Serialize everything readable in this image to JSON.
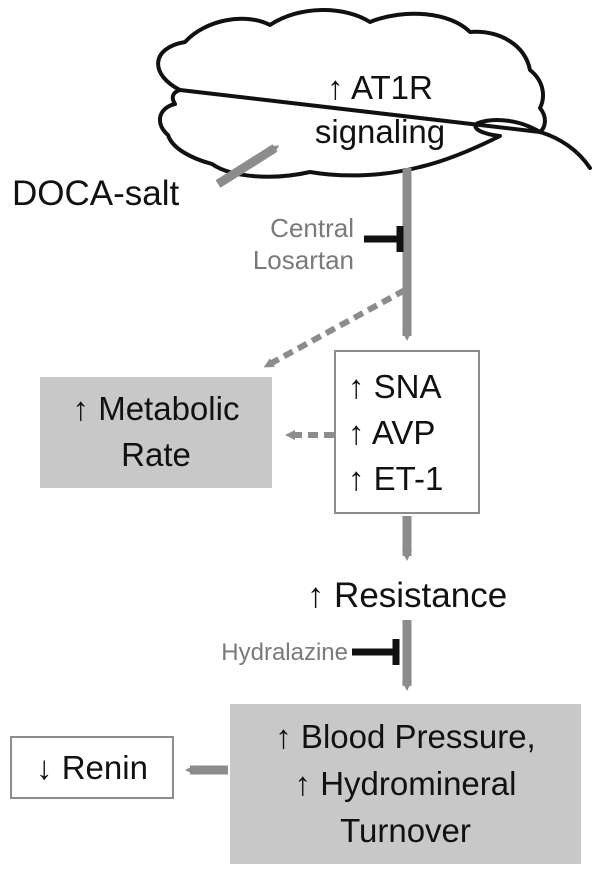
{
  "brain": {
    "line1": "↑ AT1R",
    "line2": "signaling"
  },
  "stimulus": "DOCA-salt",
  "inhibitor_central": {
    "line1": "Central",
    "line2": "Losartan"
  },
  "effector_box": {
    "line1": "↑ SNA",
    "line2": "↑ AVP",
    "line3": "↑ ET-1"
  },
  "metabolic_box": {
    "line1": "↑ Metabolic",
    "line2": "Rate"
  },
  "resistance": "↑ Resistance",
  "inhibitor_peripheral": "Hydralazine",
  "outcome_box": {
    "line1": "↑ Blood Pressure,",
    "line2": "↑ Hydromineral",
    "line3": "Turnover"
  },
  "renin_box": "↓ Renin",
  "colors": {
    "arrow": "#8c8c8c",
    "box_fill": "#c8c8c8",
    "inhibitor": "#111111",
    "outline": "#111111"
  }
}
